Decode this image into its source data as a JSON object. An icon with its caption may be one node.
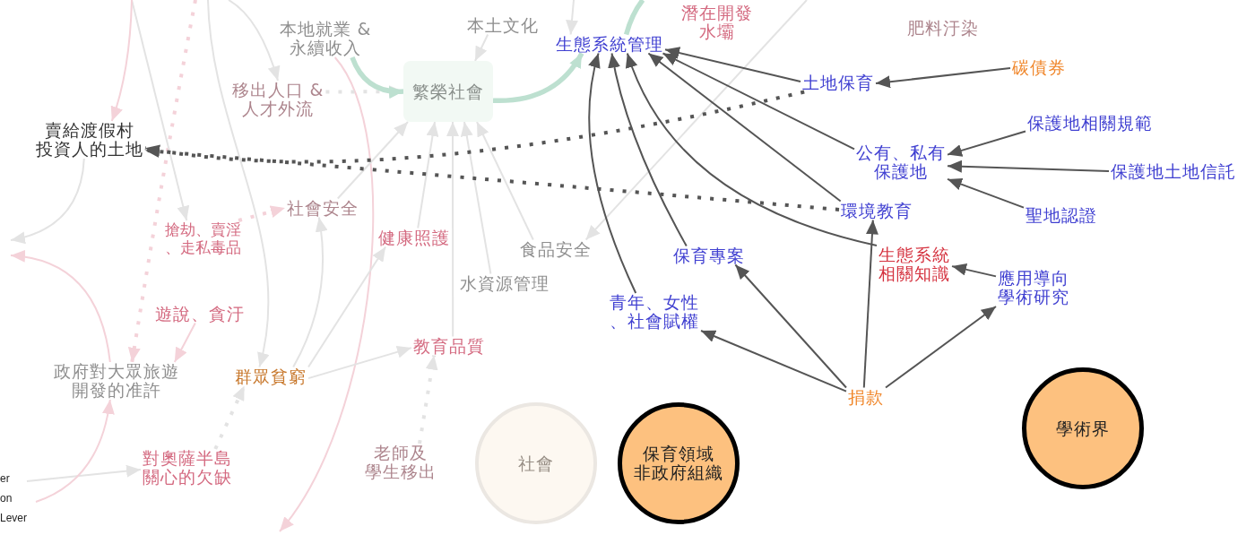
{
  "diagram": {
    "nodes": [
      {
        "text": [
          "生態系統管理"
        ]
      },
      {
        "text": [
          "土地保育"
        ]
      },
      {
        "text": [
          "碳債券"
        ]
      },
      {
        "text": [
          "賣給渡假村投資人的土地"
        ]
      },
      {
        "text": [
          "公有、私有保護地"
        ]
      },
      {
        "text": [
          "保護地相關規範"
        ]
      },
      {
        "text": [
          "保護地土地信託"
        ]
      },
      {
        "text": [
          "聖地認證"
        ]
      },
      {
        "text": [
          "環境教育"
        ]
      },
      {
        "text": [
          "保育專案"
        ]
      },
      {
        "text": [
          "生態系統相關知識"
        ]
      },
      {
        "text": [
          "應用導向學術研究"
        ]
      },
      {
        "text": [
          "青年、女性、社會賦權"
        ]
      },
      {
        "text": [
          "捐款"
        ]
      },
      {
        "text": [
          "保育領域非政府組織"
        ]
      },
      {
        "text": [
          "學術界"
        ]
      },
      {
        "text": [
          "本地就業 &永續收入"
        ]
      },
      {
        "text": [
          "本土文化"
        ]
      },
      {
        "text": [
          "潛在開發水壩"
        ]
      },
      {
        "text": [
          "肥料汙染"
        ]
      },
      {
        "text": [
          "移出人口 &人才外流"
        ]
      },
      {
        "text": [
          "繁榮社會"
        ]
      },
      {
        "text": [
          "社會安全"
        ]
      },
      {
        "text": [
          "搶劫、賣淫、走私毒品"
        ]
      },
      {
        "text": [
          "健康照護"
        ]
      },
      {
        "text": [
          "食品安全"
        ]
      },
      {
        "text": [
          "水資源管理"
        ]
      },
      {
        "text": [
          "遊說、貪汙"
        ]
      },
      {
        "text": [
          "政府對大眾旅遊開發的准許"
        ]
      },
      {
        "text": [
          "群眾貧窮"
        ]
      },
      {
        "text": [
          "教育品質"
        ]
      },
      {
        "text": [
          "對奧薩半島關心的欠缺"
        ]
      },
      {
        "text": [
          "老師及學生移出"
        ]
      },
      {
        "text": [
          "社會"
        ]
      }
    ],
    "edges": [
      {
        "from": 1,
        "to": 0,
        "arrow": "to",
        "color": "#555555"
      },
      {
        "from": 2,
        "to": 1,
        "arrow": "to",
        "color": "#555555"
      },
      {
        "from": 1,
        "to": 3,
        "arrow": "to",
        "style": "dashed",
        "color": "#555555"
      },
      {
        "from": 8,
        "to": 3,
        "arrow": "to",
        "style": "dashed",
        "color": "#555555"
      },
      {
        "from": 4,
        "to": 0,
        "arrow": "to",
        "color": "#555555"
      },
      {
        "from": 8,
        "to": 0,
        "arrow": "to",
        "color": "#555555"
      },
      {
        "from": 10,
        "to": 0,
        "arrow": "to",
        "color": "#555555"
      },
      {
        "from": 9,
        "to": 0,
        "arrow": "to",
        "color": "#555555"
      },
      {
        "from": 12,
        "to": 0,
        "arrow": "to",
        "color": "#555555"
      },
      {
        "from": 5,
        "to": 4,
        "arrow": "to",
        "color": "#555555"
      },
      {
        "from": 6,
        "to": 4,
        "arrow": "to",
        "color": "#555555"
      },
      {
        "from": 7,
        "to": 4,
        "arrow": "to",
        "color": "#555555"
      },
      {
        "from": 11,
        "to": 10,
        "arrow": "to",
        "color": "#555555"
      },
      {
        "from": 13,
        "to": 11,
        "arrow": "to",
        "color": "#555555"
      },
      {
        "from": 13,
        "to": 9,
        "arrow": "to",
        "color": "#555555"
      },
      {
        "from": 13,
        "to": 12,
        "arrow": "to",
        "color": "#555555"
      },
      {
        "from": 13,
        "to": 8,
        "arrow": "to",
        "color": "#555555"
      },
      {
        "from": 16,
        "to": 21,
        "arrow": "to",
        "style": "thick",
        "color": "#bde0d0"
      },
      {
        "from": 20,
        "to": 21,
        "arrow": "to",
        "style": "dashed"
      },
      {
        "from": 21,
        "to": 0,
        "arrow": "to",
        "style": "thick",
        "color": "#bde0d0"
      },
      {
        "from": 17,
        "to": 21,
        "arrow": "to"
      },
      {
        "from": null,
        "to": 0,
        "arrow": "to"
      },
      {
        "from": 0,
        "to": null,
        "arrow": "none",
        "style": "thick",
        "color": "#bde0d0"
      },
      {
        "from": null,
        "to": 25,
        "arrow": "to"
      },
      {
        "from": null,
        "to": 3,
        "arrow": "to",
        "color": "#f4d2d9"
      },
      {
        "from": 3,
        "to": null,
        "arrow": "to"
      },
      {
        "from": null,
        "to": 23,
        "arrow": "to"
      },
      {
        "from": null,
        "to": 28,
        "arrow": "to",
        "style": "dashed",
        "color": "#f4d2d9"
      },
      {
        "from": null,
        "to": 29,
        "arrow": "to"
      },
      {
        "from": null,
        "to": 20,
        "arrow": "to"
      },
      {
        "from": 23,
        "to": 22,
        "arrow": "to",
        "style": "dashed",
        "color": "#f4d2d9"
      },
      {
        "from": 22,
        "to": 21,
        "arrow": "to"
      },
      {
        "from": 24,
        "to": 21,
        "arrow": "to"
      },
      {
        "from": 30,
        "to": 21,
        "arrow": "to"
      },
      {
        "from": 26,
        "to": 21,
        "arrow": "to"
      },
      {
        "from": 25,
        "to": 21,
        "arrow": "to"
      },
      {
        "from": 29,
        "to": 22,
        "arrow": "to"
      },
      {
        "from": 29,
        "to": 24,
        "arrow": "to"
      },
      {
        "from": 29,
        "to": 30,
        "arrow": "to"
      },
      {
        "from": 27,
        "to": 28,
        "arrow": "to",
        "color": "#f4d2d9"
      },
      {
        "from": 28,
        "to": null,
        "arrow": "to",
        "color": "#f4d2d9"
      },
      {
        "from": null,
        "to": 28,
        "arrow": "to",
        "color": "#f4d2d9"
      },
      {
        "from": null,
        "to": 31,
        "arrow": "to"
      },
      {
        "from": 31,
        "to": 29,
        "arrow": "to",
        "style": "dashed"
      },
      {
        "from": 32,
        "to": 30,
        "arrow": "to",
        "style": "dashed"
      },
      {
        "from": 16,
        "to": null,
        "arrow": "to",
        "color": "#f4d2d9"
      }
    ],
    "labels": [
      "er",
      "on",
      "Lever"
    ]
  }
}
